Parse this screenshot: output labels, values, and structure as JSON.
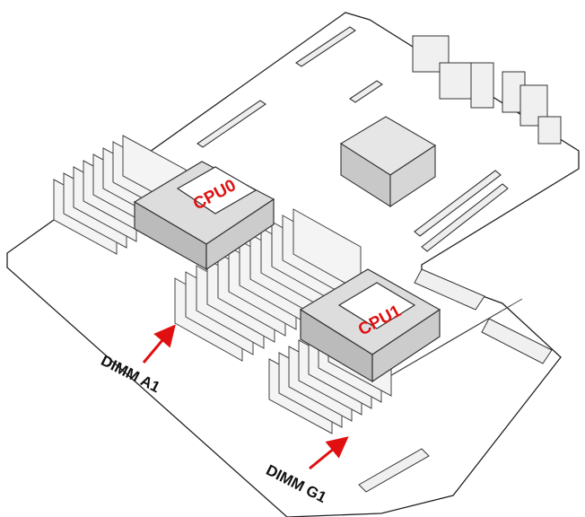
{
  "labels": {
    "cpu0": "CPU0",
    "cpu1": "CPU1",
    "dimm_a1": "DIMM A1",
    "dimm_g1": "DIMM G1"
  },
  "colors": {
    "cpu_label": "#e01010",
    "arrow": "#e01010",
    "line": "#222222"
  }
}
